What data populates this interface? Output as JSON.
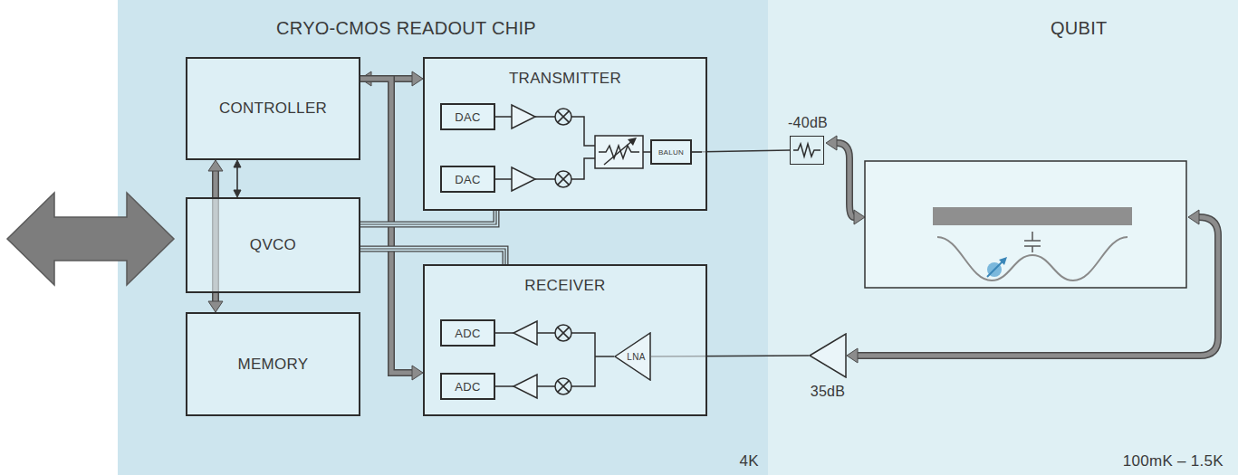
{
  "diagram": {
    "nodes": [
      {
        "text": [
          "CRYO-CMOS READOUT CHIP",
          "4K"
        ]
      },
      {
        "text": [
          "CONTROLLER"
        ],
        "in": 0
      },
      {
        "text": [
          "QVCO"
        ],
        "in": 0
      },
      {
        "text": [
          "MEMORY"
        ],
        "in": 0
      },
      {
        "text": [
          "TRANSMITTER"
        ],
        "in": 0
      },
      {
        "text": [
          "DAC"
        ],
        "in": 4
      },
      {
        "text": [
          "DAC"
        ],
        "in": 4
      },
      {
        "text": [
          "BALUN"
        ],
        "in": 4
      },
      {
        "text": [
          "RECEIVER"
        ],
        "in": 0
      },
      {
        "text": [
          "ADC"
        ],
        "in": 8
      },
      {
        "text": [
          "ADC"
        ],
        "in": 8
      },
      {
        "text": [
          "LNA"
        ],
        "in": 8
      },
      {
        "text": [
          "QUBIT",
          "100mK – 1.5K"
        ]
      },
      {
        "text": [
          "-40dB"
        ],
        "in": 12
      },
      {
        "text": [
          "35dB"
        ],
        "in": 12
      }
    ],
    "edges": [
      {
        "from": 1,
        "to": 2,
        "arrow": "both"
      },
      {
        "from": 1,
        "to": 3,
        "arrow": "both"
      },
      {
        "from": 1,
        "to": 4,
        "arrow": "both"
      },
      {
        "from": 1,
        "to": 8,
        "arrow": "to"
      },
      {
        "from": 2,
        "to": 4,
        "arrow": "none"
      },
      {
        "from": 2,
        "to": 8,
        "arrow": "none"
      },
      {
        "from": 7,
        "to": 13,
        "arrow": "none"
      },
      {
        "from": 14,
        "to": 11,
        "arrow": "none"
      }
    ]
  }
}
